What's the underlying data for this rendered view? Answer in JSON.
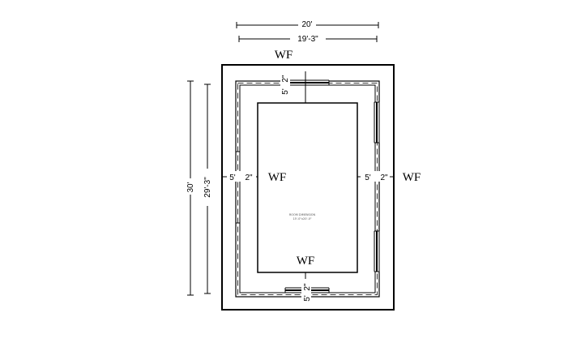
{
  "plan": {
    "dimensions": {
      "overall_width": "20'",
      "inner_width": "19'-3\"",
      "overall_depth": "30'",
      "inner_depth": "29'-3\""
    },
    "wf_labels": {
      "top": "WF",
      "left": "WF",
      "right": "WF",
      "bottom": "WF"
    },
    "callouts": {
      "top_a": "5'",
      "top_b": "2\"",
      "left_a": "5'",
      "left_b": "2\"",
      "right_a": "5'",
      "right_b": "2\"",
      "bottom_a": "5'",
      "bottom_b": "2\""
    },
    "center_note": {
      "line1": "ROOM  DIMENSION",
      "line2": "15'-0\"x20'-0\""
    }
  }
}
